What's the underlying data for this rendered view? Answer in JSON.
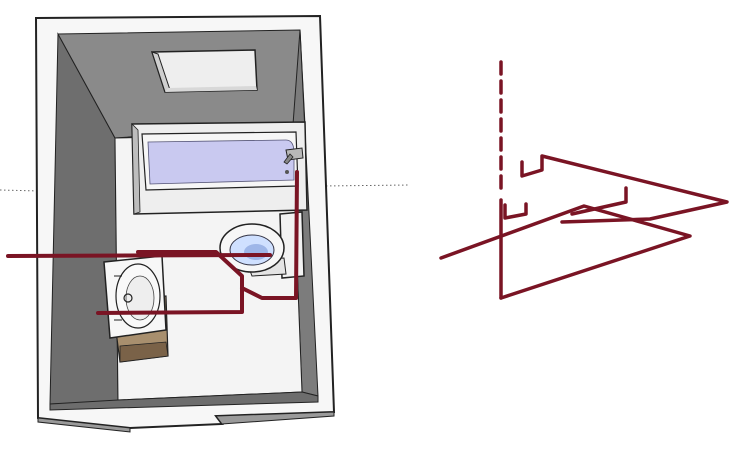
{
  "colors": {
    "background": "#ffffff",
    "wall_top": "#f7f7f7",
    "wall_edge": "#222222",
    "wall_shadow": "#8a8a8a",
    "wall_shadow_dark": "#6d6d6d",
    "floor": "#f4f4f4",
    "pipe": "#7a1424",
    "bathtub_rim": "#f2f2f2",
    "bathtub_water": "#c9c9f0",
    "toilet_bowl": "#cfe0ff",
    "sink": "#f7f7f7",
    "cabinet": "#a88f6e",
    "axis_dots": "#666666"
  },
  "objects": [
    {
      "name": "skylight",
      "icon": "skylight-icon"
    },
    {
      "name": "bathtub",
      "icon": "bathtub-icon"
    },
    {
      "name": "faucet",
      "icon": "faucet-icon"
    },
    {
      "name": "toilet",
      "icon": "toilet-icon"
    },
    {
      "name": "sink-vanity",
      "icon": "sink-icon"
    },
    {
      "name": "pipe-network",
      "icon": "pipe-icon"
    }
  ]
}
